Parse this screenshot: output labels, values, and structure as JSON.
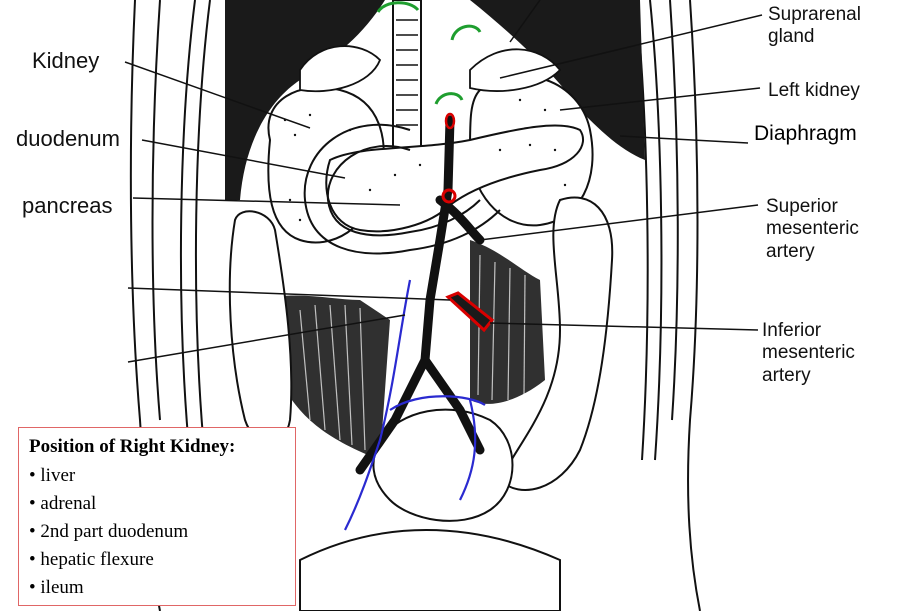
{
  "labels": {
    "kidney": "Kidney",
    "duodenum": "duodenum",
    "pancreas": "pancreas",
    "suprarenal_gland": [
      "Suprarenal",
      "gland"
    ],
    "left_kidney": "Left kidney",
    "diaphragm": "Diaphragm",
    "superior_mesenteric_artery": [
      "Superior",
      "mesenteric",
      "artery"
    ],
    "inferior_mesenteric_artery": [
      "Inferior",
      "mesenteric",
      "artery"
    ]
  },
  "info_box": {
    "title": "Position of Right Kidney:",
    "items": [
      "liver",
      "adrenal",
      "2nd part duodenum",
      "hepatic flexure",
      "ileum"
    ]
  },
  "colors": {
    "highlight_red": "#d90000",
    "highlight_green": "#1f9e2f",
    "vessel_blue": "#2a2ad0",
    "box_border": "#e06666",
    "ink": "#111111"
  }
}
